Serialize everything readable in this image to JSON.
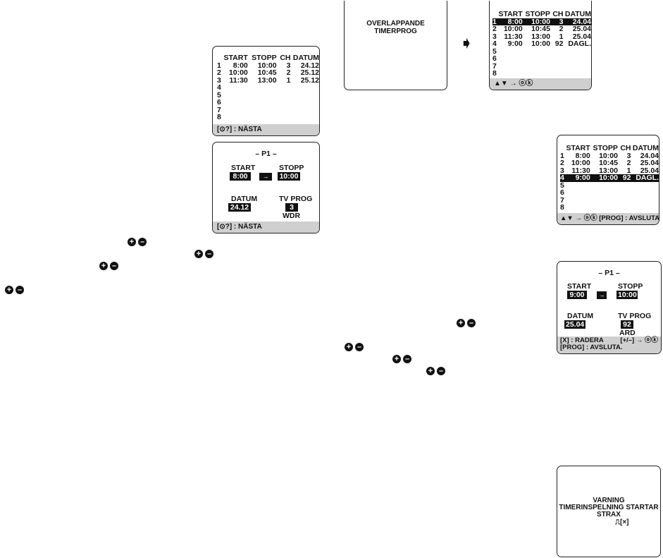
{
  "list_a": {
    "headers": [
      "START",
      "STOPP",
      "CH",
      "DATUM"
    ],
    "rows": [
      {
        "n": "1",
        "start": "8:00",
        "stopp": "10:00",
        "ch": "3",
        "datum": "24.12"
      },
      {
        "n": "2",
        "start": "10:00",
        "stopp": "10:45",
        "ch": "2",
        "datum": "25.12"
      },
      {
        "n": "3",
        "start": "11:30",
        "stopp": "13:00",
        "ch": "1",
        "datum": "25.12"
      },
      {
        "n": "4",
        "start": "",
        "stopp": "",
        "ch": "",
        "datum": ""
      },
      {
        "n": "5",
        "start": "",
        "stopp": "",
        "ch": "",
        "datum": ""
      },
      {
        "n": "6",
        "start": "",
        "stopp": "",
        "ch": "",
        "datum": ""
      },
      {
        "n": "7",
        "start": "",
        "stopp": "",
        "ch": "",
        "datum": ""
      },
      {
        "n": "8",
        "start": "",
        "stopp": "",
        "ch": "",
        "datum": ""
      }
    ],
    "footer": "[⊙?] : NÄSTA"
  },
  "p1_a": {
    "title": "– P1 –",
    "start_label": "START",
    "start": "8:00",
    "stopp_label": "STOPP",
    "stopp": "10:00",
    "datum_label": "DATUM",
    "datum": "24.12",
    "tvprog_label": "TV PROG",
    "tvprog": "3",
    "station": "WDR",
    "arrow": "→",
    "footer": "[⊙?] : NÄSTA"
  },
  "overlap": {
    "text": "OVERLAPPANDE TIMERPROG",
    "arrow": "➧"
  },
  "list_b": {
    "headers": [
      "START",
      "STOPP",
      "CH",
      "DATUM"
    ],
    "rows": [
      {
        "n": "1",
        "start": "8:00",
        "stopp": "10:00",
        "ch": "3",
        "datum": "24.04"
      },
      {
        "n": "2",
        "start": "10:00",
        "stopp": "10:45",
        "ch": "2",
        "datum": "25.04"
      },
      {
        "n": "3",
        "start": "11:30",
        "stopp": "13:00",
        "ch": "1",
        "datum": "25.04"
      },
      {
        "n": "4",
        "start": "9:00",
        "stopp": "10:00",
        "ch": "92",
        "datum": "DAGL."
      },
      {
        "n": "5",
        "start": "",
        "stopp": "",
        "ch": "",
        "datum": ""
      },
      {
        "n": "6",
        "start": "",
        "stopp": "",
        "ch": "",
        "datum": ""
      },
      {
        "n": "7",
        "start": "",
        "stopp": "",
        "ch": "",
        "datum": ""
      },
      {
        "n": "8",
        "start": "",
        "stopp": "",
        "ch": "",
        "datum": ""
      }
    ],
    "footer": "▲▼ → ⓞⓚ"
  },
  "list_c": {
    "headers": [
      "START",
      "STOPP",
      "CH",
      "DATUM"
    ],
    "rows": [
      {
        "n": "1",
        "start": "8:00",
        "stopp": "10:00",
        "ch": "3",
        "datum": "24.04"
      },
      {
        "n": "2",
        "start": "10:00",
        "stopp": "10:45",
        "ch": "2",
        "datum": "25.04"
      },
      {
        "n": "3",
        "start": "11:30",
        "stopp": "13:00",
        "ch": "1",
        "datum": "25.04"
      },
      {
        "n": "4",
        "start": "9:00",
        "stopp": "10:00",
        "ch": "92",
        "datum": "DAGL."
      },
      {
        "n": "5",
        "start": "",
        "stopp": "",
        "ch": "",
        "datum": ""
      },
      {
        "n": "6",
        "start": "",
        "stopp": "",
        "ch": "",
        "datum": ""
      },
      {
        "n": "7",
        "start": "",
        "stopp": "",
        "ch": "",
        "datum": ""
      },
      {
        "n": "8",
        "start": "",
        "stopp": "",
        "ch": "",
        "datum": ""
      }
    ],
    "footer": "▲▼ → ⓞⓚ [PROG] : AVSLUTA."
  },
  "p1_b": {
    "title": "– P1 –",
    "start_label": "START",
    "start": "9:00",
    "stopp_label": "STOPP",
    "stopp": "10:00",
    "datum_label": "DATUM",
    "datum": "25.04",
    "tvprog_label": "TV PROG",
    "tvprog": "92",
    "station": "ARD",
    "arrow": "→",
    "footer_left1": "[X] : RADERA",
    "footer_right1": "[+/–] → ⓞⓚ",
    "footer_left2": "[PROG] : AVSLUTA."
  },
  "warning": {
    "line1": "VARNING",
    "line2": "TIMERINSPELNING STARTAR",
    "line3": "STRAX",
    "line4": "⎍[×]"
  },
  "symbols": {
    "plus": "+",
    "minus": "–"
  }
}
